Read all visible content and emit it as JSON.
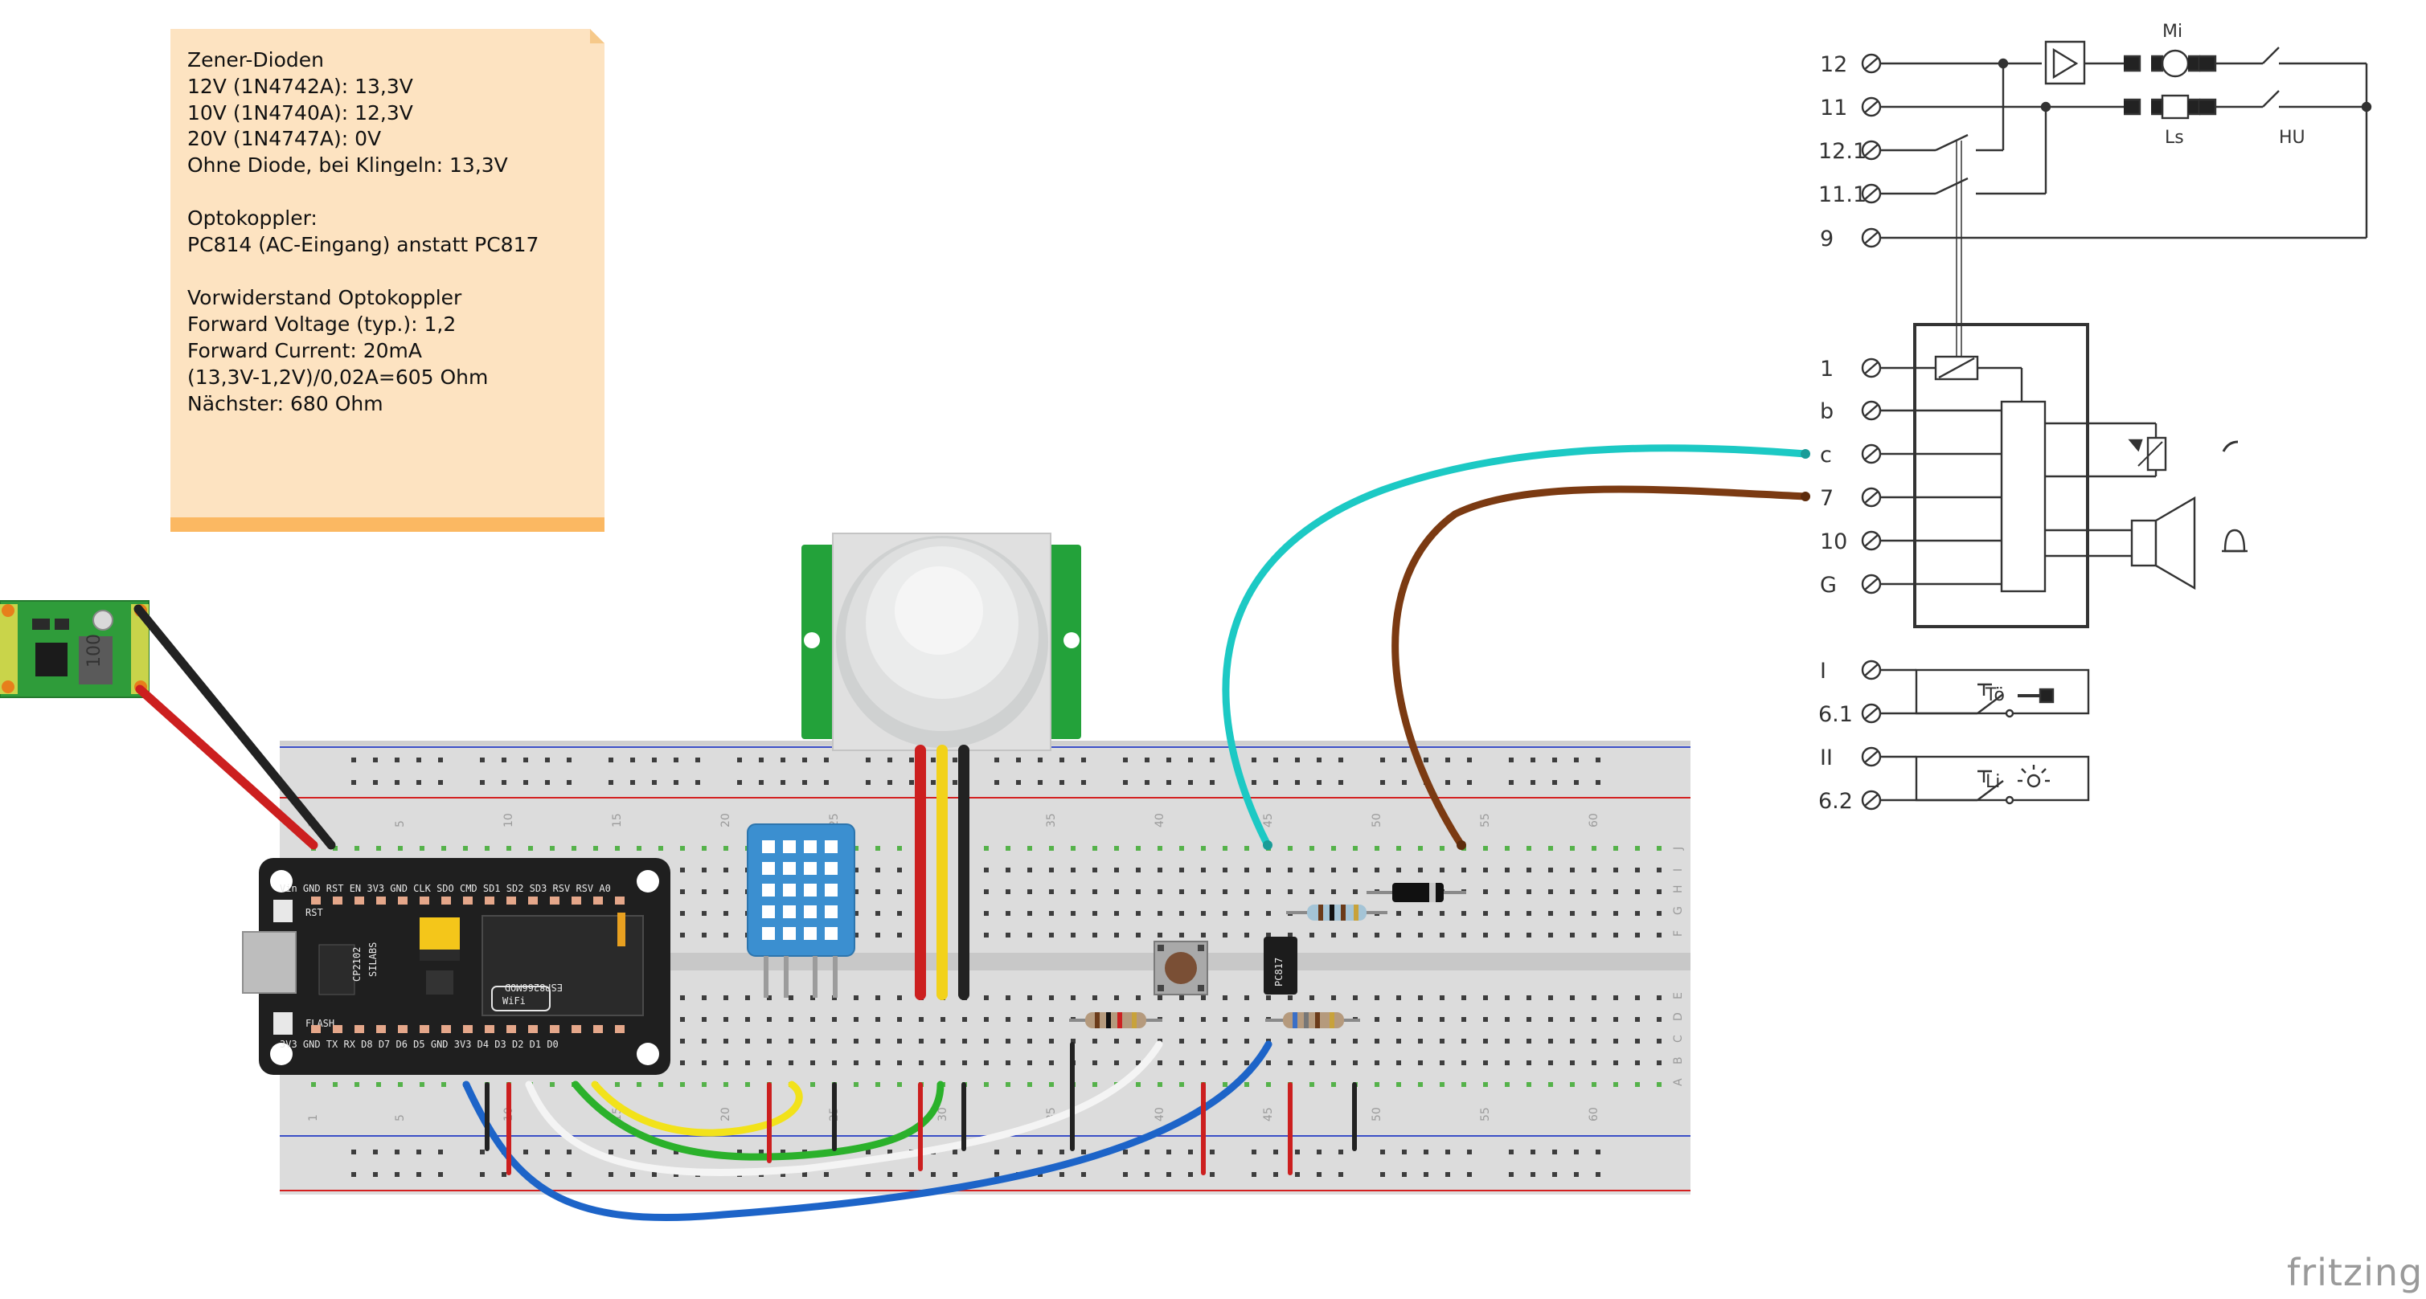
{
  "note": {
    "lines": [
      "Zener-Dioden",
      "12V (1N4742A): 13,3V",
      "10V (1N4740A): 12,3V",
      "20V (1N4747A): 0V",
      "Ohne Diode, bei Klingeln: 13,3V",
      "",
      "Optokoppler:",
      "PC814 (AC-Eingang) anstatt PC817",
      "",
      "Vorwiderstand Optokoppler",
      "Forward Voltage (typ.): 1,2",
      "Forward Current: 20mA",
      "(13,3V-1,2V)/0,02A=605 Ohm",
      "Nächster: 680 Ohm"
    ]
  },
  "schematic": {
    "terminals_top": [
      "12",
      "11",
      "12.1",
      "11.1",
      "9"
    ],
    "terminals_mid": [
      "1",
      "b",
      "c",
      "7",
      "10",
      "G"
    ],
    "terminals_bottom": [
      "I",
      "6.1",
      "II",
      "6.2"
    ],
    "label_mi": "Mi",
    "label_ls": "Ls",
    "label_hu": "HU",
    "label_to": "Tö",
    "label_li": "Li"
  },
  "breadboard": {
    "col_numbers": [
      "1",
      "5",
      "10",
      "15",
      "20",
      "25",
      "30",
      "35",
      "40",
      "45",
      "50",
      "55",
      "60"
    ],
    "row_letters_top": [
      "J",
      "I",
      "H",
      "G",
      "F"
    ],
    "row_letters_bottom": [
      "E",
      "D",
      "C",
      "B",
      "A"
    ]
  },
  "nodemcu": {
    "top_pins": "Vin GND RST EN 3V3 GND CLK SDO CMD SD1 SD2 SD3 RSV RSV A0",
    "bottom_pins": "3V3 GND TX RX D8 D7 D6 D5 GND 3V3 D4 D3 D2 D1 D0",
    "chip_label": "CP2102",
    "maker": "SILABS",
    "module_text": "ESP8266MOD",
    "wifi": "WiFi",
    "flash": "FLASH",
    "rst": "RST"
  },
  "regulator": {
    "label": "100"
  },
  "optocoupler": {
    "label": "PC817"
  },
  "brand": "fritzing",
  "colors": {
    "note_bg": "#fde3c1",
    "note_band": "#fbb862",
    "wire_red": "#cc1f1f",
    "wire_black": "#222222",
    "wire_cyan": "#1cc9c4",
    "wire_brown": "#7b3a12",
    "wire_blue": "#1d64c8",
    "wire_green": "#2bb12b",
    "wire_yellow": "#f2e21a",
    "wire_white": "#f4f4f4"
  }
}
